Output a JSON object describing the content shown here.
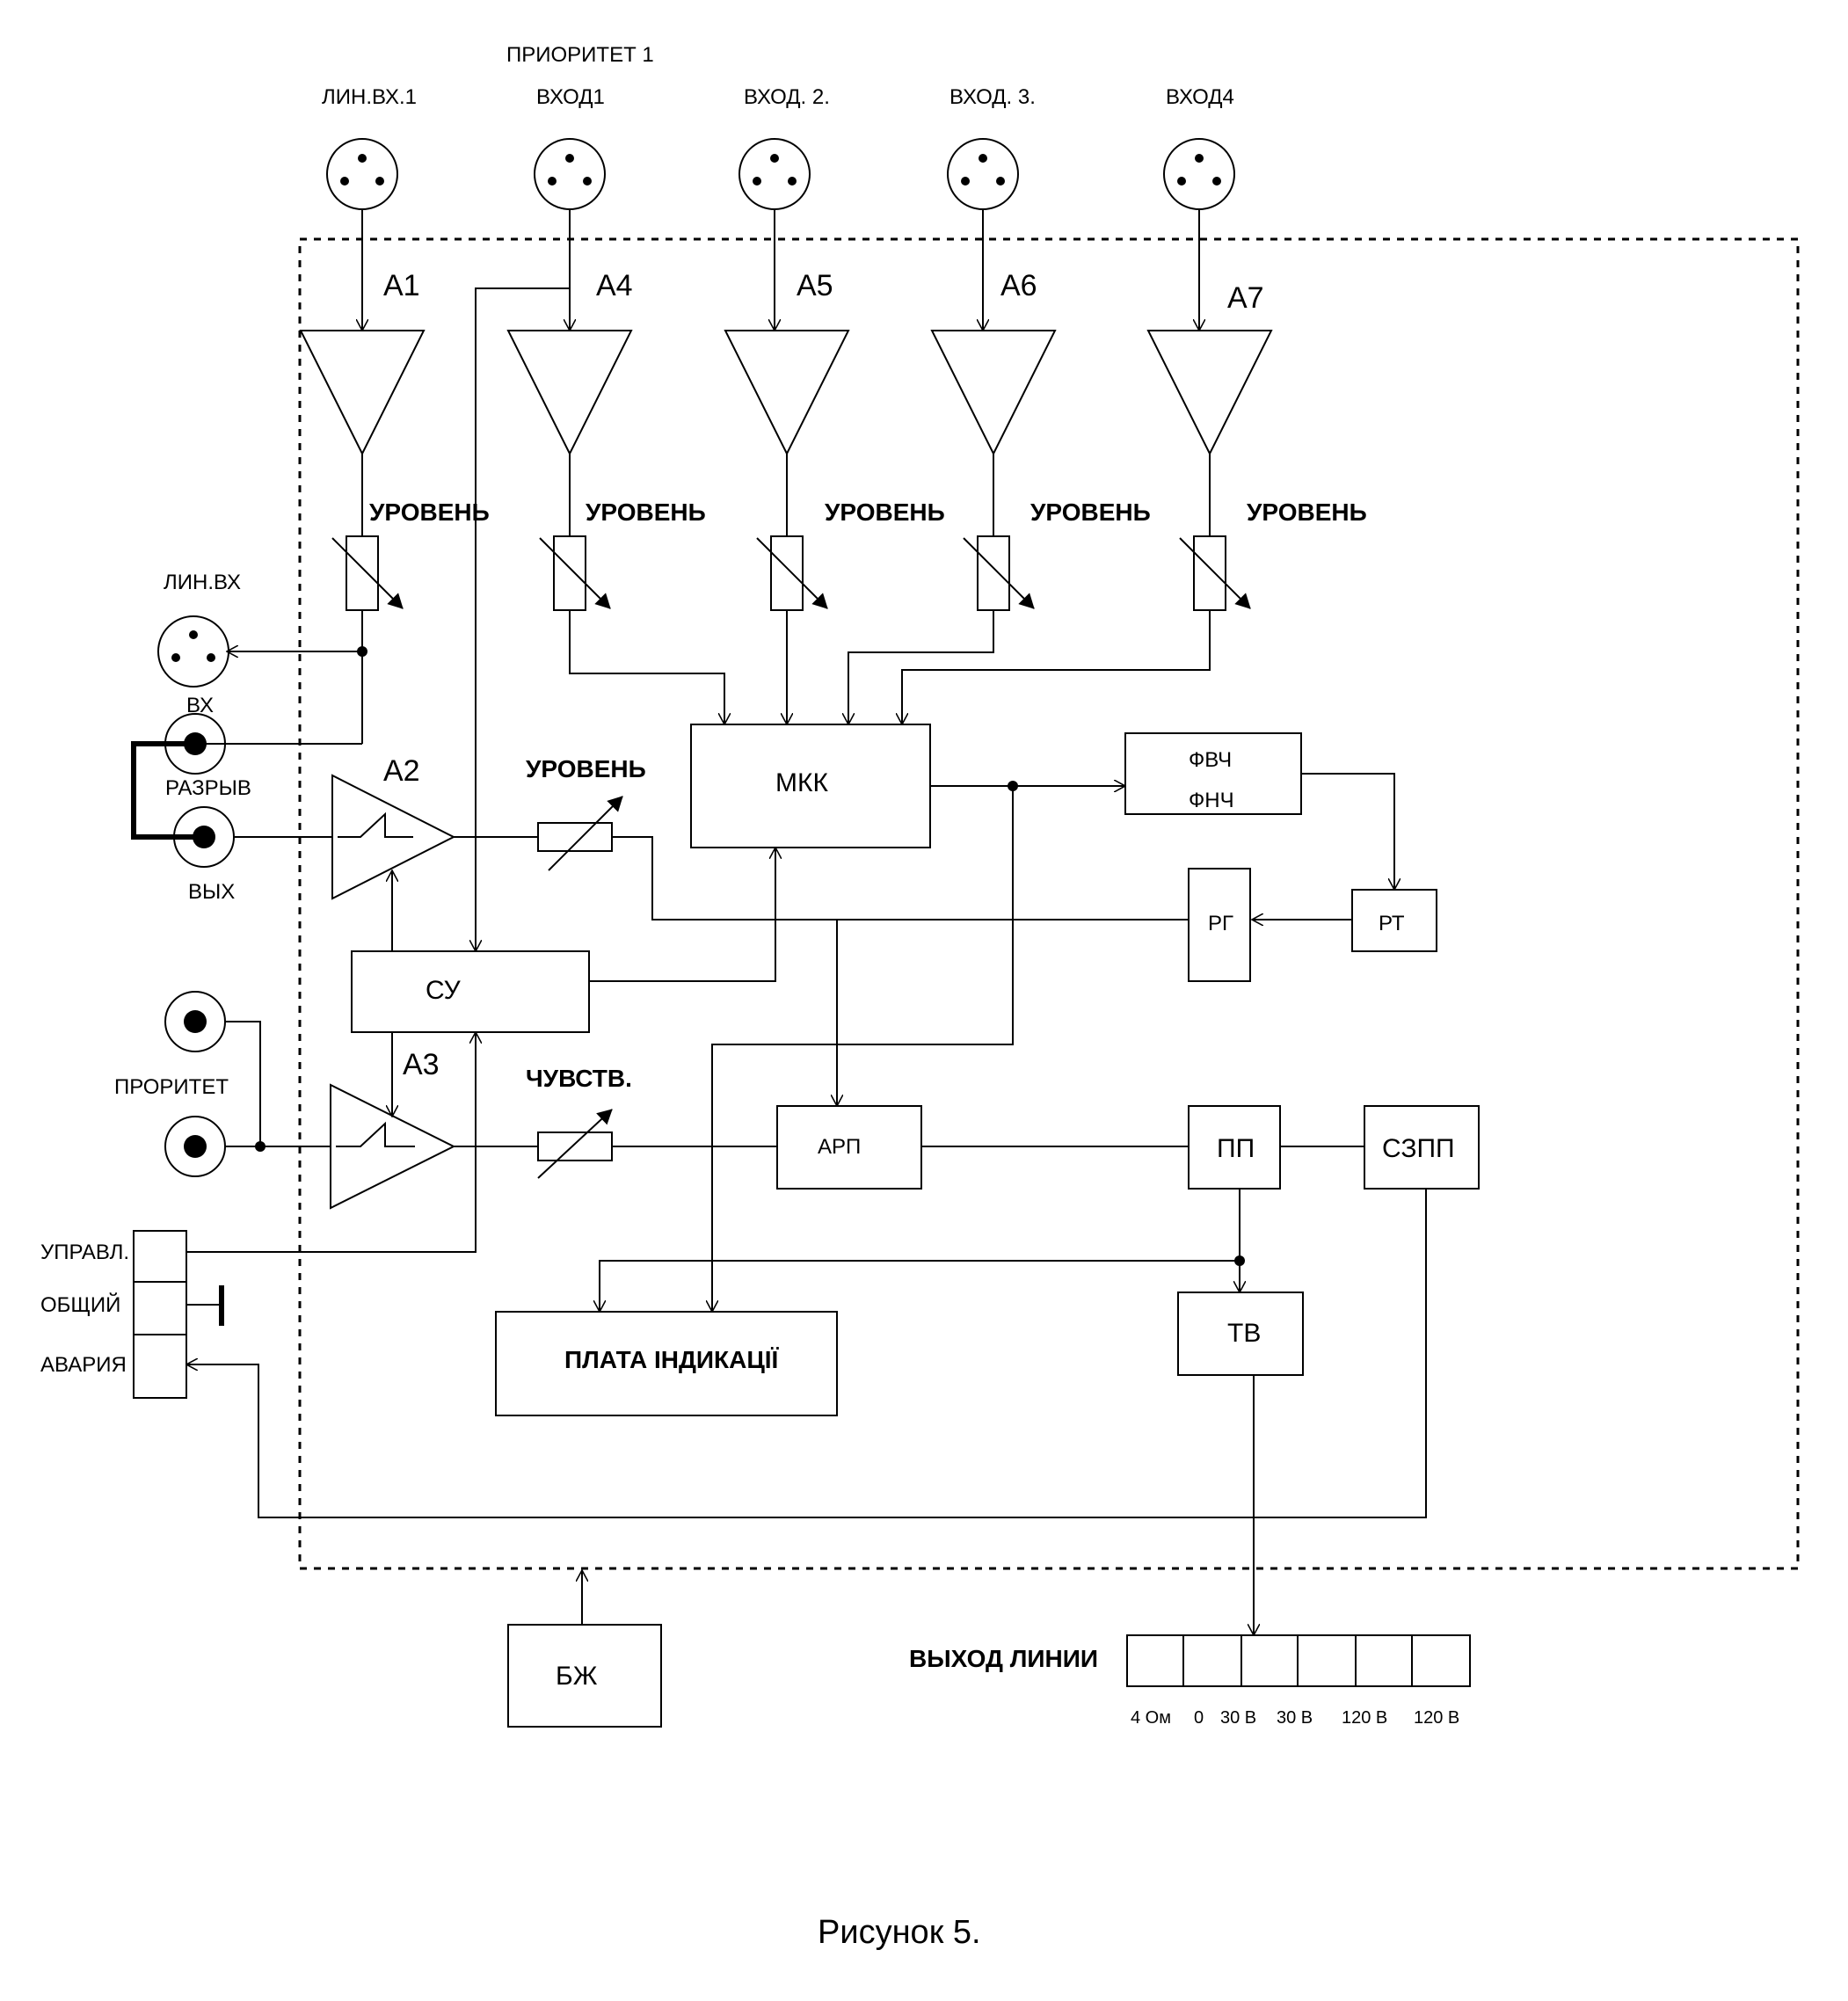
{
  "inputs": {
    "line_in_1": "ЛИН.ВХ.1",
    "priority_1": "ПРИОРИТЕТ 1",
    "input_1": "ВХОД1",
    "input_2": "ВХОД. 2.",
    "input_3": "ВХОД. 3.",
    "input_4": "ВХОД4"
  },
  "amplifiers": {
    "a1": "А1",
    "a2": "А2",
    "a3": "А3",
    "a4": "А4",
    "a5": "А5",
    "a6": "А6",
    "a7": "А7"
  },
  "level_label": "УРОВЕНЬ",
  "sensitivity_label": "ЧУВСТВ.",
  "left_side": {
    "line_in": "ЛИН.ВХ",
    "in": "ВХ",
    "break": "РАЗРЫВ",
    "out": "ВЫХ",
    "priority": "ПРОРИТЕТ",
    "control": "УПРАВЛ.",
    "common": "ОБЩИЙ",
    "alarm": "АВАРИЯ"
  },
  "blocks": {
    "mkk": "МКК",
    "hpf": "ФВЧ",
    "lpf": "ФНЧ",
    "rg": "РГ",
    "rt": "РТ",
    "su": "СУ",
    "arp": "АРП",
    "pp": "ПП",
    "szpp": "СЗПП",
    "tv": "ТВ",
    "indication": "ПЛАТА ІНДИКАЦІЇ",
    "psu": "БЖ"
  },
  "output": {
    "title": "ВЫХОД ЛИНИИ",
    "terminals": [
      "4 Ом",
      "0",
      "30 В",
      "30 В",
      "120 В",
      "120 В"
    ]
  },
  "caption": "Рисунок 5."
}
